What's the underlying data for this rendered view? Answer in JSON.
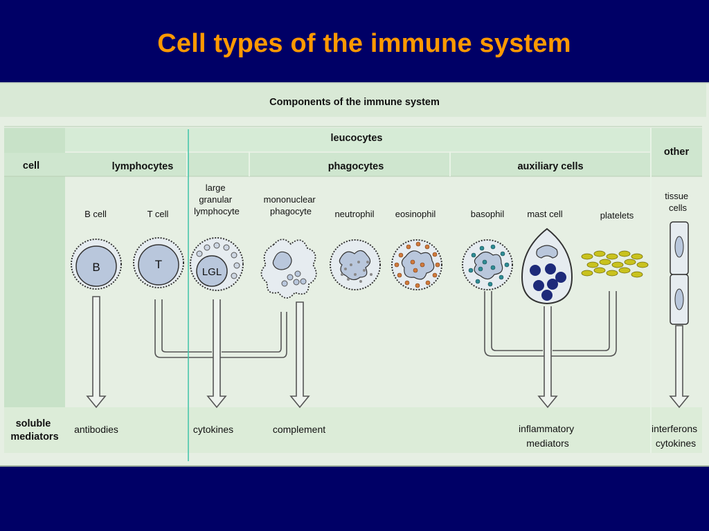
{
  "slide": {
    "title": "Cell types of the immune system"
  },
  "diagram": {
    "heading": "Components of the immune system",
    "rows": {
      "cell": "cell",
      "soluble": [
        "soluble",
        "mediators"
      ]
    },
    "groups": {
      "leucocytes": "leucocytes",
      "other": "other",
      "lymphocytes": "lymphocytes",
      "phagocytes": "phagocytes",
      "auxiliary": "auxiliary cells"
    },
    "cells": {
      "b_cell": {
        "label": [
          "B cell"
        ],
        "tag": "B"
      },
      "t_cell": {
        "label": [
          "T cell"
        ],
        "tag": "T"
      },
      "lgl": {
        "label": [
          "large",
          "granular",
          "lymphocyte"
        ],
        "tag": "LGL"
      },
      "mono": {
        "label": [
          "mononuclear",
          "phagocyte"
        ]
      },
      "neutrophil": {
        "label": [
          "neutrophil"
        ]
      },
      "eosinophil": {
        "label": [
          "eosinophil"
        ]
      },
      "basophil": {
        "label": [
          "basophil"
        ]
      },
      "mast": {
        "label": [
          "mast cell"
        ]
      },
      "platelets": {
        "label": [
          "platelets"
        ]
      },
      "tissue": {
        "label": [
          "tissue",
          "cells"
        ]
      }
    },
    "mediators": {
      "antibodies": [
        "antibodies"
      ],
      "cytokines": [
        "cytokines"
      ],
      "complement": [
        "complement"
      ],
      "inflammatory": [
        "inflammatory",
        "mediators"
      ],
      "interferons": [
        "interferons",
        "cytokines"
      ]
    },
    "colors": {
      "panel": "#e6efe3",
      "header_band": "#d5e8d5",
      "cell_fill": "#e6ecf0",
      "nucleus": "#b9c7dc",
      "teal_line": "#3fc4a8",
      "eosin_granule": "#d07a3c",
      "baso_granule": "#2f8c95",
      "mast_granule": "#1e2a7a",
      "platelet": "#c9c21e"
    }
  }
}
